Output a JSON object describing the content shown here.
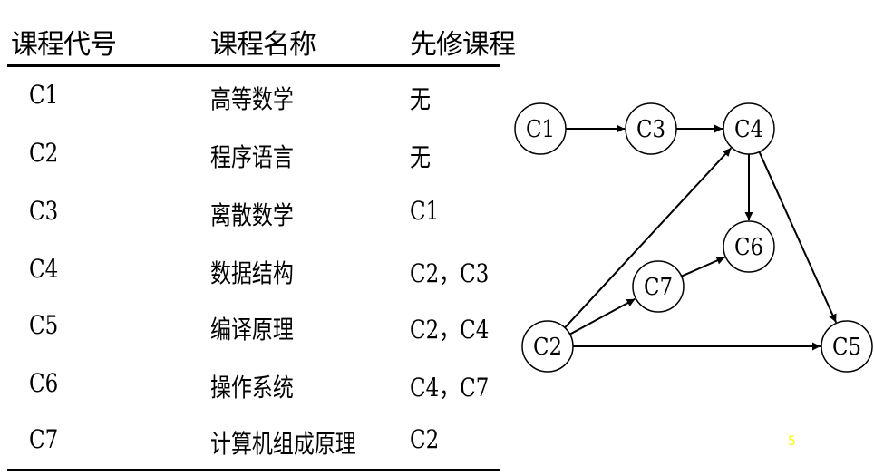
{
  "table": {
    "headers": {
      "id": "课程代号",
      "name": "课程名称",
      "prereq": "先修课程"
    },
    "rows": [
      {
        "id": "C1",
        "name": "高等数学",
        "prereq": "无"
      },
      {
        "id": "C2",
        "name": "程序语言",
        "prereq": "无"
      },
      {
        "id": "C3",
        "name": "离散数学",
        "prereq": "C1"
      },
      {
        "id": "C4",
        "name": "数据结构",
        "prereq": "C2，C3"
      },
      {
        "id": "C5",
        "name": "编译原理",
        "prereq": "C2，C4"
      },
      {
        "id": "C6",
        "name": "操作系统",
        "prereq": "C4，C7"
      },
      {
        "id": "C7",
        "name": "计算机组成原理",
        "prereq": "C2"
      }
    ]
  },
  "graph": {
    "nodes": [
      {
        "id": "C1",
        "label": "C1"
      },
      {
        "id": "C3",
        "label": "C3"
      },
      {
        "id": "C4",
        "label": "C4"
      },
      {
        "id": "C6",
        "label": "C6"
      },
      {
        "id": "C7",
        "label": "C7"
      },
      {
        "id": "C2",
        "label": "C2"
      },
      {
        "id": "C5",
        "label": "C5"
      }
    ],
    "edges": [
      {
        "from": "C1",
        "to": "C3"
      },
      {
        "from": "C3",
        "to": "C4"
      },
      {
        "from": "C4",
        "to": "C6"
      },
      {
        "from": "C4",
        "to": "C5"
      },
      {
        "from": "C2",
        "to": "C4"
      },
      {
        "from": "C2",
        "to": "C7"
      },
      {
        "from": "C7",
        "to": "C6"
      },
      {
        "from": "C2",
        "to": "C5"
      }
    ]
  },
  "page_number": "5"
}
